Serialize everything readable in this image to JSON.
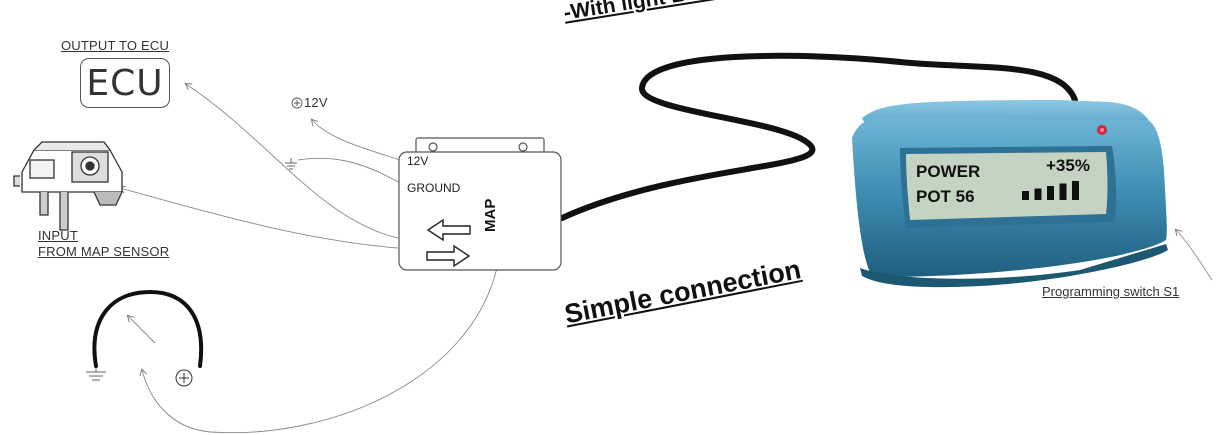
{
  "headline_lcd": "-With light LCD screen",
  "headline_connection": "Simple connection",
  "ecu": {
    "caption": "OUTPUT TO ECU",
    "box_text": "ECU"
  },
  "power_label": "12V",
  "map_sensor": {
    "line1": "INPUT",
    "line2": "FROM  MAP SENSOR"
  },
  "module": {
    "label_12v": "12V",
    "label_ground": "GROUND",
    "label_map": "MAP"
  },
  "lcd": {
    "row1_left": "POWER",
    "row1_right": "+35%",
    "row2_left": "POT 56",
    "bar_levels": 5
  },
  "programming_switch": "Programming switch S1",
  "colors": {
    "device_body": "#3f8fb4",
    "lcd_screen": "#c5d4c2",
    "cable": "#111111",
    "led": "#c03040"
  }
}
